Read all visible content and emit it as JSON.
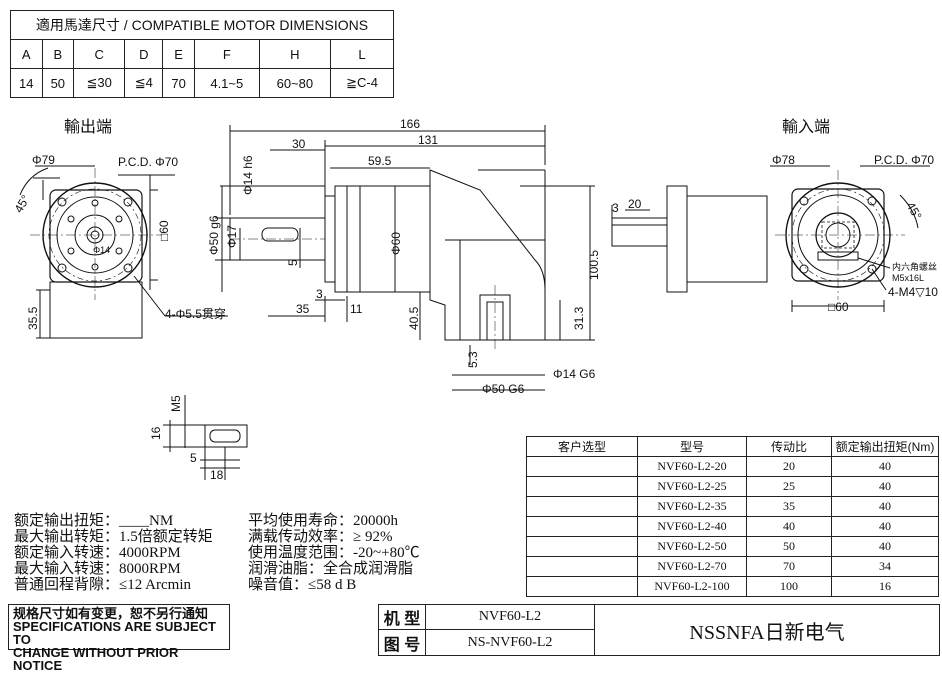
{
  "dims": {
    "title": "適用馬達尺寸 / COMPATIBLE MOTOR DIMENSIONS",
    "headers": [
      "A",
      "B",
      "C",
      "D",
      "E",
      "F",
      "H",
      "L"
    ],
    "values": [
      "14",
      "50",
      "≦30",
      "≦4",
      "70",
      "4.1~5",
      "60~80",
      "≧C-4"
    ]
  },
  "views": {
    "output_label": "輸出端",
    "input_label": "輸入端"
  },
  "drawing_labels": {
    "d79": "Φ79",
    "pcd70_left": "P.C.D. Φ70",
    "ang45_left": "45°",
    "box60_left": "□60",
    "d14_left": "Φ14",
    "holes": "4-Φ5.5贯穿",
    "d35_5": "35.5",
    "d166": "166",
    "d131": "131",
    "d59_5": "59.5",
    "d30": "30",
    "d14h6": "Φ14 h6",
    "d50g6": "Φ50 g6",
    "d17": "Φ17",
    "d5": "5",
    "d60": "Φ60",
    "d3": "3",
    "d35": "35",
    "d11": "11",
    "d40_5": "40.5",
    "d100_5": "100.5",
    "d31_3": "31.3",
    "d5_3": "5.3",
    "d14g6": "Φ14 G6",
    "d50G6": "Φ50 G6",
    "in_3": "3",
    "in_20": "20",
    "d78": "Φ78",
    "pcd70_right": "P.C.D. Φ70",
    "ang45_right": "45°",
    "hex": "内六角螺丝",
    "m5": "M5x16L",
    "m4": "4-M4▽10",
    "box60_right": "□60",
    "k_m5": "M5",
    "k_16": "16",
    "k_5": "5",
    "k_18": "18"
  },
  "models": {
    "headers": [
      "客户选型",
      "型号",
      "传动比",
      "额定输出扭矩(Nm)"
    ],
    "rows": [
      {
        "cust": "",
        "model": "NVF60-L2-20",
        "ratio": "20",
        "torque": "40"
      },
      {
        "cust": "",
        "model": "NVF60-L2-25",
        "ratio": "25",
        "torque": "40"
      },
      {
        "cust": "",
        "model": "NVF60-L2-35",
        "ratio": "35",
        "torque": "40"
      },
      {
        "cust": "",
        "model": "NVF60-L2-40",
        "ratio": "40",
        "torque": "40"
      },
      {
        "cust": "",
        "model": "NVF60-L2-50",
        "ratio": "50",
        "torque": "40"
      },
      {
        "cust": "",
        "model": "NVF60-L2-70",
        "ratio": "70",
        "torque": "34"
      },
      {
        "cust": "",
        "model": "NVF60-L2-100",
        "ratio": "100",
        "torque": "16"
      }
    ]
  },
  "specs_left": [
    {
      "k": "额定输出扭矩",
      "v": "：____NM"
    },
    {
      "k": "最大输出转矩",
      "v": "：1.5倍额定转矩"
    },
    {
      "k": "额定输入转速",
      "v": "：4000RPM"
    },
    {
      "k": "最大输入转速",
      "v": "：8000RPM"
    },
    {
      "k": "普通回程背隙",
      "v": "：≤12 Arcmin"
    }
  ],
  "specs_right": [
    {
      "k": "平均使用寿命",
      "v": "：20000h"
    },
    {
      "k": "满载传动效率",
      "v": "：≥  92%"
    },
    {
      "k": "使用温度范围",
      "v": "：-20~+80℃"
    },
    {
      "k": "润滑油脂",
      "v": "：全合成润滑脂"
    },
    {
      "k": "噪音值",
      "v": "：≤58 d B"
    }
  ],
  "notice": {
    "line1": "规格尺寸如有变更，恕不另行通知",
    "line2": "SPECIFICATIONS ARE SUBJECT TO",
    "line3": "CHANGE WITHOUT PRIOR NOTICE"
  },
  "title_block": {
    "model_label": "机 型",
    "model_value": "NVF60-L2",
    "drawing_label": "图 号",
    "drawing_value": "NS-NVF60-L2",
    "company": "NSSNFA日新电气"
  }
}
